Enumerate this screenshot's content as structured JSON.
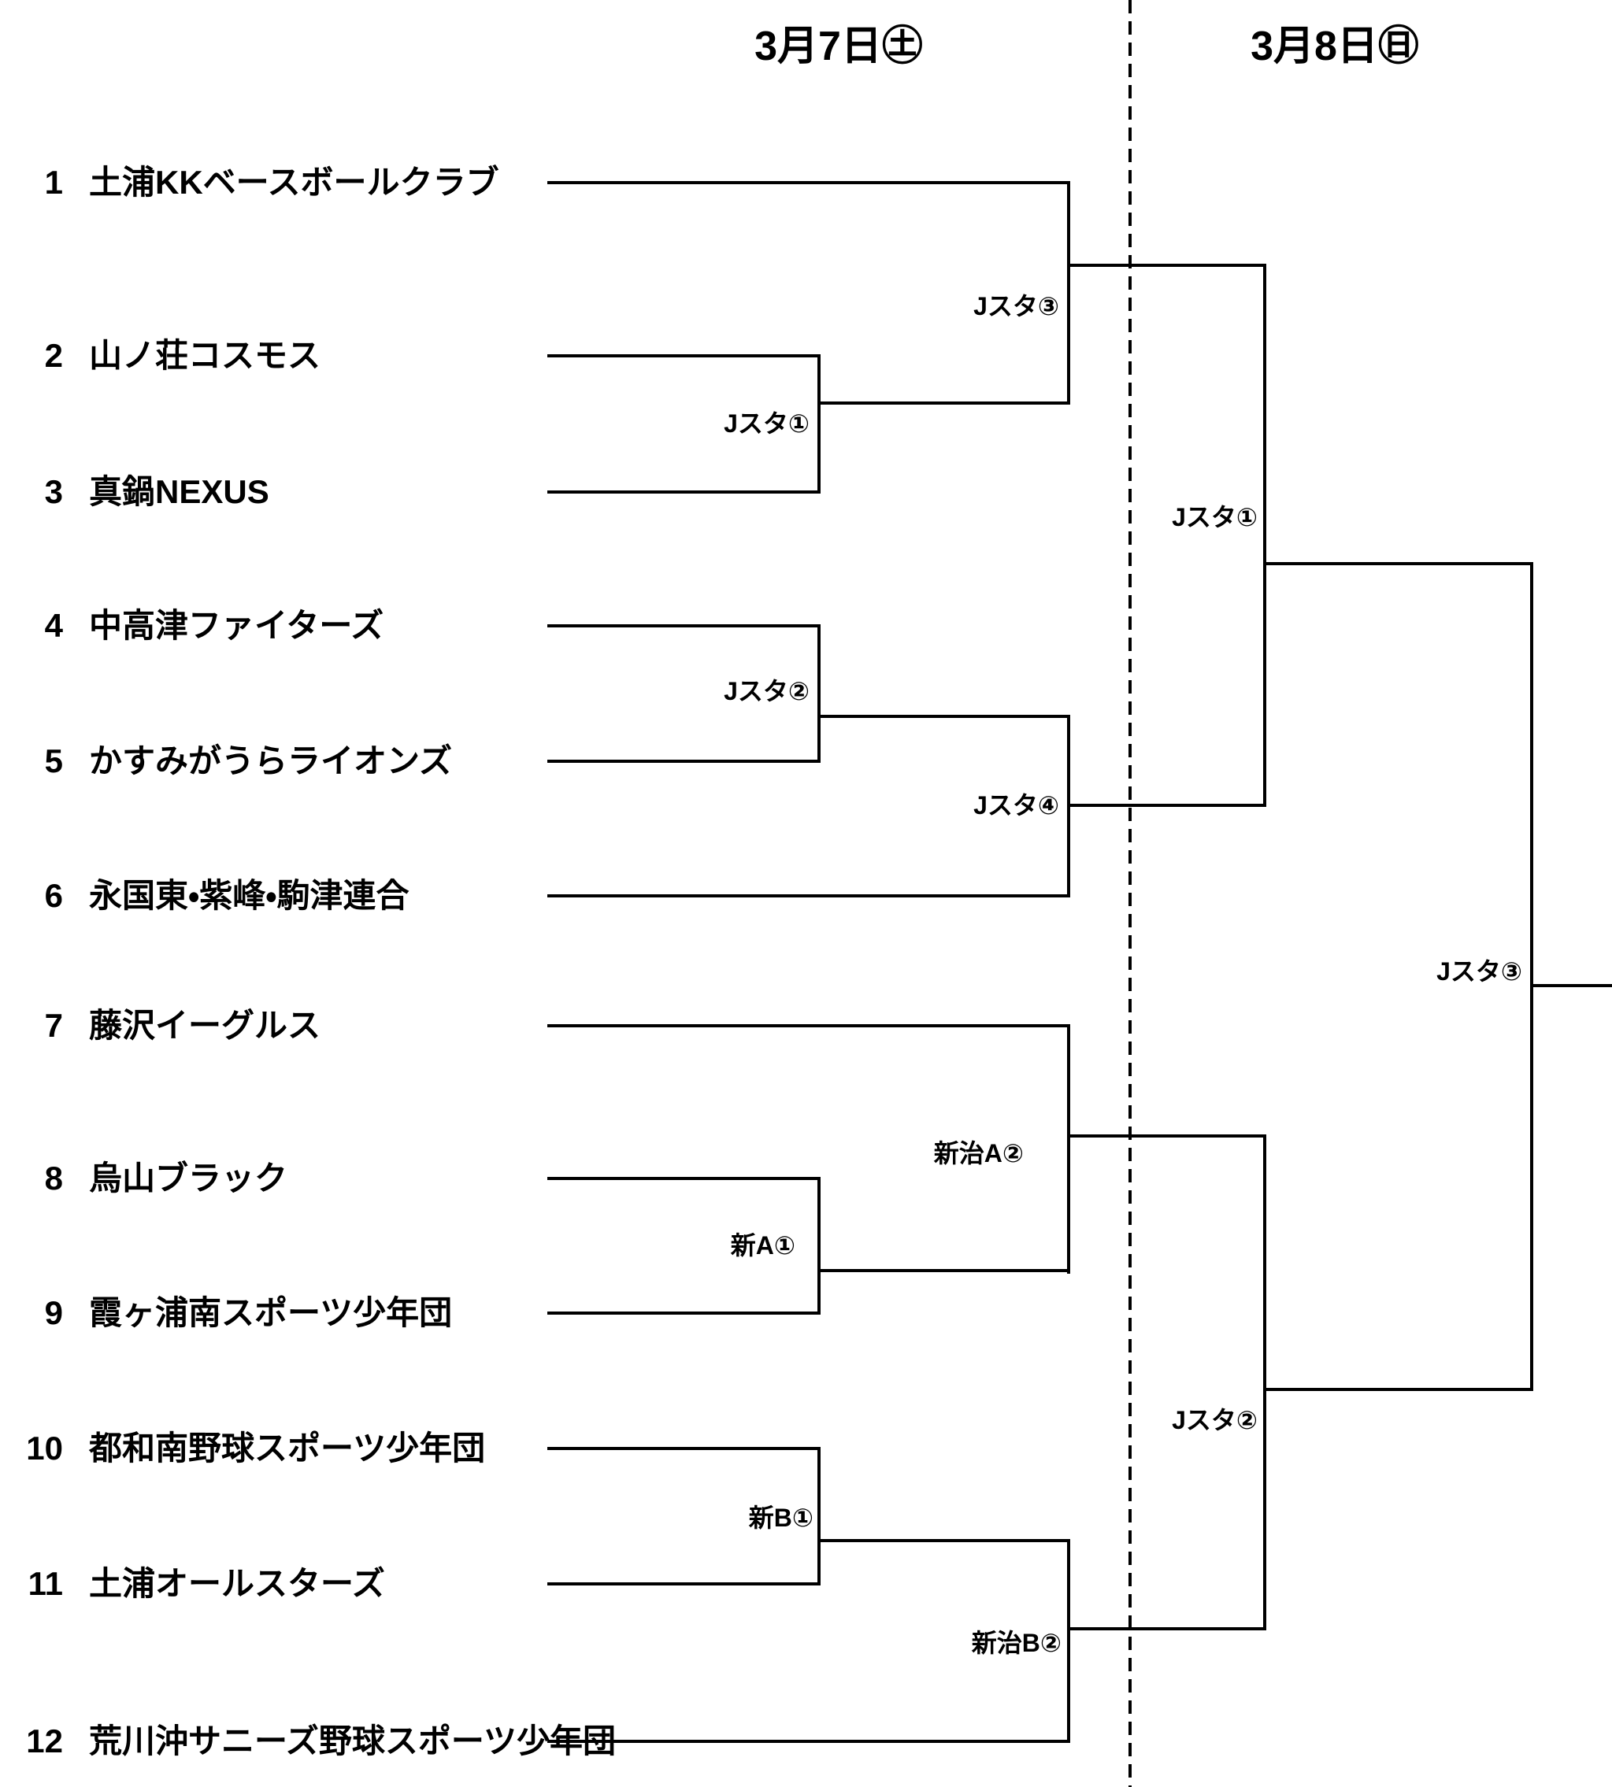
{
  "colors": {
    "background": "#ffffff",
    "line": "#000000",
    "text": "#000000"
  },
  "headers": [
    {
      "label": "3月7日㊏"
    },
    {
      "label": "3月8日㊐"
    }
  ],
  "teams": [
    {
      "num": "1",
      "name": "土浦KKベースボールクラブ"
    },
    {
      "num": "2",
      "name": "山ノ荘コスモス"
    },
    {
      "num": "3",
      "name": "真鍋NEXUS"
    },
    {
      "num": "4",
      "name": "中高津ファイターズ"
    },
    {
      "num": "5",
      "name": "かすみがうらライオンズ"
    },
    {
      "num": "6",
      "name": "永国東・紫峰・駒津連合"
    },
    {
      "num": "7",
      "name": "藤沢イーグルス"
    },
    {
      "num": "8",
      "name": "烏山ブラック"
    },
    {
      "num": "9",
      "name": "霞ヶ浦南スポーツ少年団"
    },
    {
      "num": "10",
      "name": "都和南野球スポーツ少年団"
    },
    {
      "num": "11",
      "name": "土浦オールスターズ"
    },
    {
      "num": "12",
      "name": "荒川沖サニーズ野球スポーツ少年団"
    }
  ],
  "matches": [
    {
      "id": "J1",
      "label": "Jスタ①",
      "round": "3月7日㊏"
    },
    {
      "id": "J2",
      "label": "Jスタ②",
      "round": "3月7日㊏"
    },
    {
      "id": "A1",
      "label": "新A①",
      "round": "3月7日㊏"
    },
    {
      "id": "B1",
      "label": "新B①",
      "round": "3月7日㊏"
    },
    {
      "id": "J3",
      "label": "Jスタ③",
      "round": "3月7日㊏"
    },
    {
      "id": "J4",
      "label": "Jスタ④",
      "round": "3月7日㊏"
    },
    {
      "id": "SA2",
      "label": "新治A②",
      "round": "3月7日㊏"
    },
    {
      "id": "SB2",
      "label": "新治B②",
      "round": "3月7日㊏"
    },
    {
      "id": "D2J1",
      "label": "Jスタ①",
      "round": "3月8日㊐"
    },
    {
      "id": "D2J2",
      "label": "Jスタ②",
      "round": "3月8日㊐"
    },
    {
      "id": "FIN",
      "label": "Jスタ③",
      "round": "3月8日㊐"
    }
  ]
}
